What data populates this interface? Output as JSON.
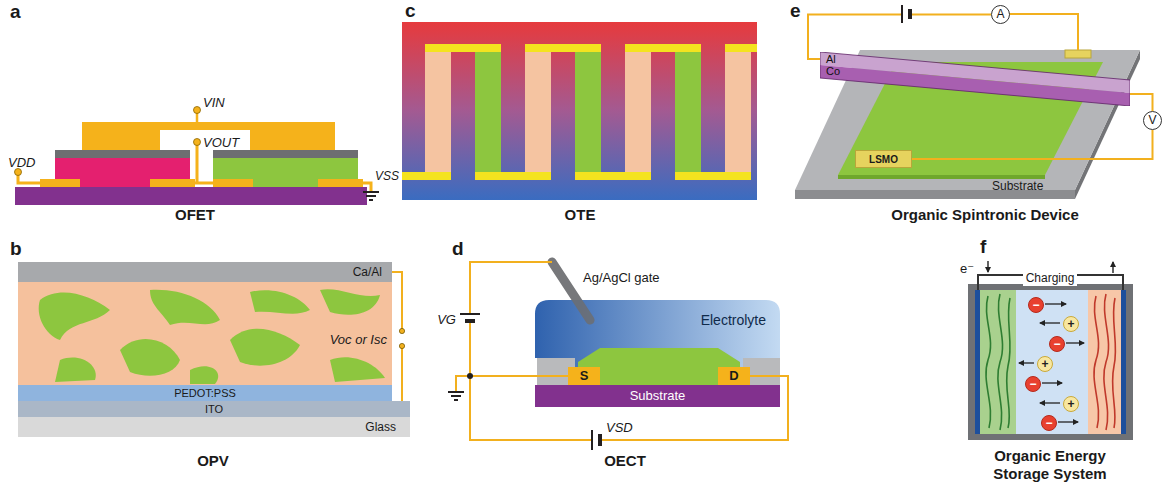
{
  "diagram": {
    "nodes": [
      {
        "text": [
          "Ca/Al"
        ]
      },
      {
        "text": [
          "PEDOT:PSS"
        ]
      },
      {
        "text": [
          "ITO"
        ]
      },
      {
        "text": [
          "Glass"
        ]
      },
      {
        "text": [
          "Electrolyte"
        ]
      },
      {
        "text": [
          "S"
        ]
      },
      {
        "text": [
          "D"
        ]
      },
      {
        "text": [
          "Substrate"
        ]
      },
      {
        "text": [
          "A"
        ]
      },
      {
        "text": [
          "Al",
          "Co"
        ]
      },
      {
        "text": [
          "V"
        ]
      },
      {
        "text": [
          "LSMO"
        ]
      },
      {
        "text": [
          "−"
        ]
      },
      {
        "text": [
          "+"
        ]
      },
      {
        "text": [
          "−"
        ]
      },
      {
        "text": [
          "+"
        ]
      },
      {
        "text": [
          "−"
        ]
      },
      {
        "text": [
          "+"
        ]
      },
      {
        "text": [
          "−"
        ]
      }
    ],
    "edges": [
      {
        "from": 0,
        "to": 2,
        "arrow": "none",
        "label": "Voc or Isc"
      },
      {
        "from": 5,
        "to": 6,
        "arrow": "none",
        "label": "VSD"
      },
      {
        "from": 9,
        "to": 8,
        "arrow": "none"
      },
      {
        "from": 9,
        "to": 10,
        "arrow": "none"
      },
      {
        "from": 11,
        "to": 10,
        "arrow": "none"
      }
    ],
    "labels": [
      "a",
      "VIN",
      "VOUT",
      "VDD",
      "VSS",
      "OFET",
      "b",
      "OPV",
      "c",
      "OTE",
      "d",
      "VG",
      "Ag/AgCl gate",
      "OECT",
      "e",
      "Substrate",
      "Organic Spintronic Device",
      "f",
      "e⁻",
      "Charging",
      "Organic Energy Storage System"
    ]
  }
}
